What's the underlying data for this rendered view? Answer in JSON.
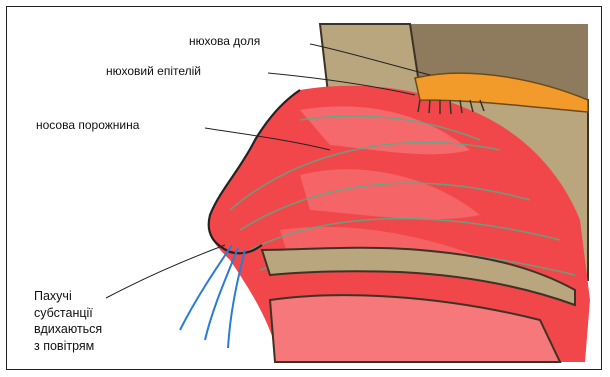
{
  "labels": {
    "olfactory_lobe": "нюхова доля",
    "olfactory_epithelium": "нюховий епітелій",
    "nasal_cavity": "носова порожнина",
    "odorants_line1": "Пахучі",
    "odorants_line2": "субстанції",
    "odorants_line3": "вдихаються",
    "odorants_line4": "з повітрям"
  },
  "colors": {
    "cavity": "#f2474a",
    "cavity_light": "#f7787a",
    "bone": "#b9a67e",
    "bone_dark": "#8c7b58",
    "brain": "#8e7b5d",
    "bulb": "#f29b2a",
    "skin": "#ffffff",
    "airflow": "#2a7bd6",
    "streak": "#49b38c"
  }
}
